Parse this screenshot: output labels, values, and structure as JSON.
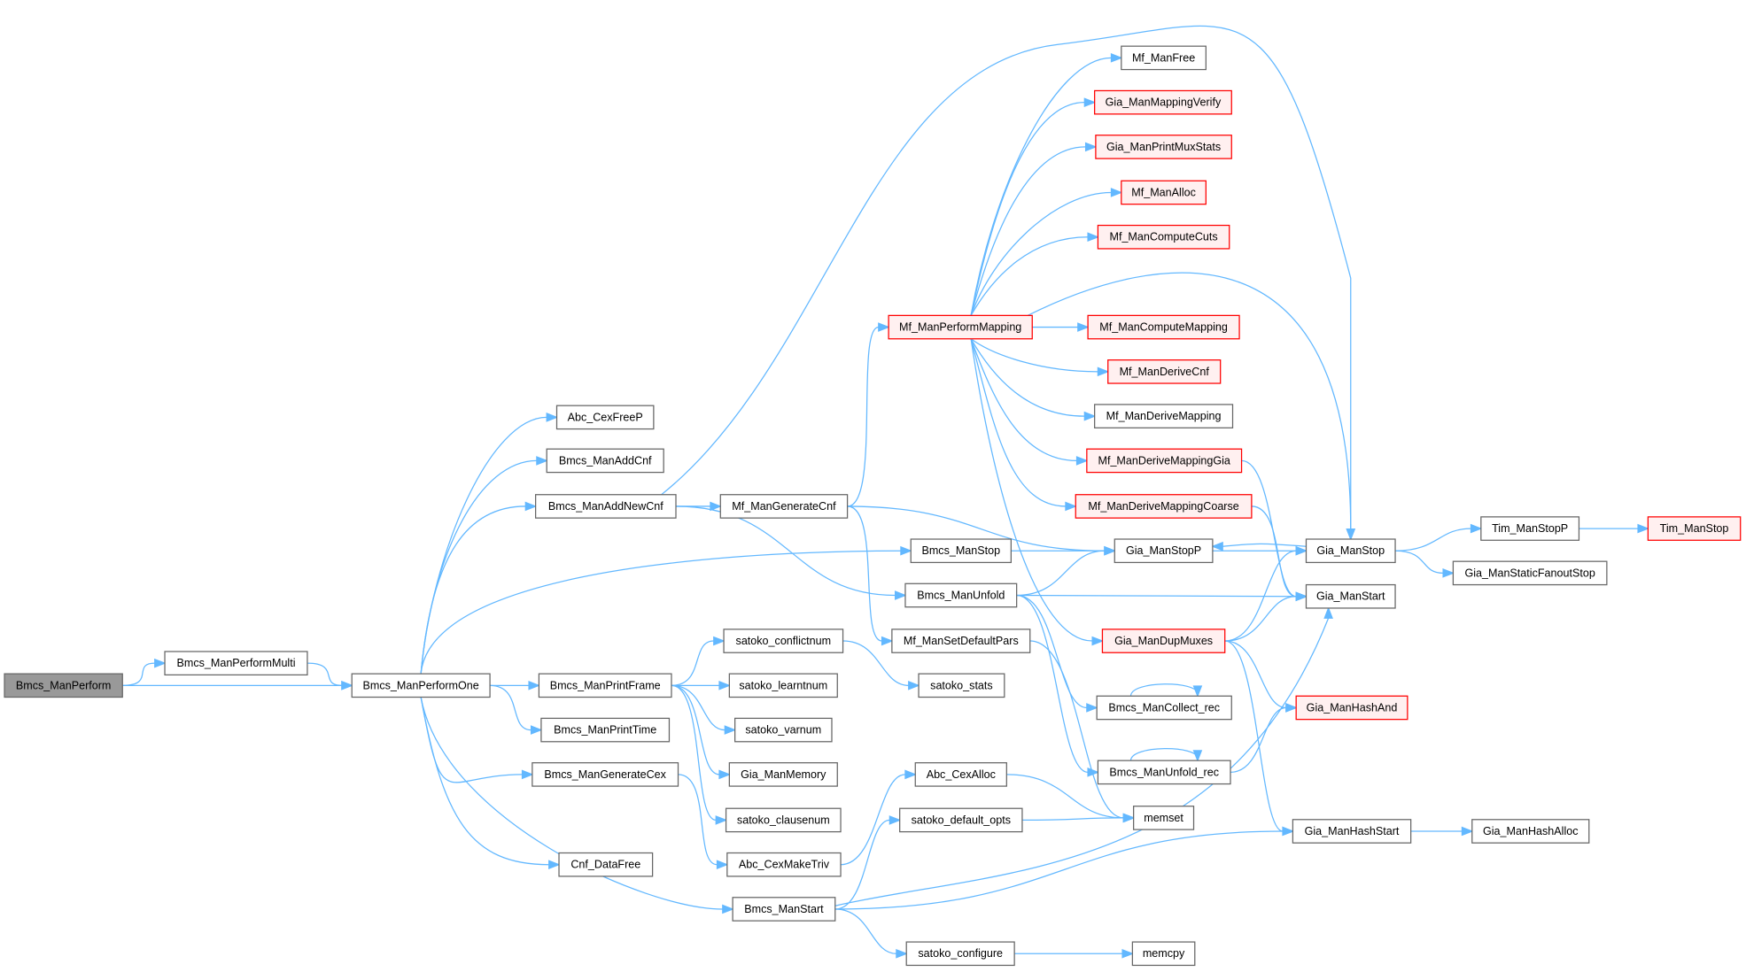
{
  "colors": {
    "edge": "#63b8ff",
    "root_fill": "#999999",
    "red_stroke": "#ff0000",
    "red_fill": "#fff0f0",
    "node_stroke": "#666666"
  },
  "nodes": [
    {
      "id": "Bmcs_ManPerform",
      "type": "root"
    },
    {
      "id": "Bmcs_ManPerformMulti"
    },
    {
      "id": "Bmcs_ManPerformOne"
    },
    {
      "id": "Abc_CexFreeP"
    },
    {
      "id": "Bmcs_ManAddCnf"
    },
    {
      "id": "Bmcs_ManAddNewCnf"
    },
    {
      "id": "Bmcs_ManPrintFrame"
    },
    {
      "id": "Bmcs_ManPrintTime"
    },
    {
      "id": "Bmcs_ManGenerateCex"
    },
    {
      "id": "Cnf_DataFree"
    },
    {
      "id": "Bmcs_ManStart"
    },
    {
      "id": "Mf_ManGenerateCnf"
    },
    {
      "id": "Mf_ManPerformMapping",
      "type": "red"
    },
    {
      "id": "Bmcs_ManStop"
    },
    {
      "id": "Bmcs_ManUnfold"
    },
    {
      "id": "Mf_ManSetDefaultPars"
    },
    {
      "id": "satoko_conflictnum"
    },
    {
      "id": "satoko_learntnum"
    },
    {
      "id": "satoko_varnum"
    },
    {
      "id": "Gia_ManMemory"
    },
    {
      "id": "satoko_clausenum"
    },
    {
      "id": "Abc_CexMakeTriv"
    },
    {
      "id": "satoko_stats"
    },
    {
      "id": "Abc_CexAlloc"
    },
    {
      "id": "satoko_default_opts"
    },
    {
      "id": "satoko_configure"
    },
    {
      "id": "Mf_ManFree"
    },
    {
      "id": "Gia_ManMappingVerify",
      "type": "red"
    },
    {
      "id": "Gia_ManPrintMuxStats",
      "type": "red"
    },
    {
      "id": "Mf_ManAlloc",
      "type": "red"
    },
    {
      "id": "Mf_ManComputeCuts",
      "type": "red"
    },
    {
      "id": "Mf_ManComputeMapping",
      "type": "red"
    },
    {
      "id": "Mf_ManDeriveCnf",
      "type": "red"
    },
    {
      "id": "Mf_ManDeriveMapping"
    },
    {
      "id": "Mf_ManDeriveMappingGia",
      "type": "red"
    },
    {
      "id": "Mf_ManDeriveMappingCoarse",
      "type": "red"
    },
    {
      "id": "Gia_ManStopP"
    },
    {
      "id": "Gia_ManDupMuxes",
      "type": "red"
    },
    {
      "id": "Bmcs_ManCollect_rec"
    },
    {
      "id": "Bmcs_ManUnfold_rec"
    },
    {
      "id": "memset"
    },
    {
      "id": "memcpy"
    },
    {
      "id": "Gia_ManStop"
    },
    {
      "id": "Gia_ManStart"
    },
    {
      "id": "Gia_ManHashAnd",
      "type": "red"
    },
    {
      "id": "Gia_ManHashStart"
    },
    {
      "id": "Gia_ManHashAlloc"
    },
    {
      "id": "Tim_ManStopP"
    },
    {
      "id": "Gia_ManStaticFanoutStop"
    },
    {
      "id": "Tim_ManStop",
      "type": "red"
    }
  ],
  "edges": [
    [
      "Bmcs_ManPerform",
      "Bmcs_ManPerformMulti"
    ],
    [
      "Bmcs_ManPerform",
      "Bmcs_ManPerformOne"
    ],
    [
      "Bmcs_ManPerformMulti",
      "Bmcs_ManPerformOne"
    ],
    [
      "Bmcs_ManPerformOne",
      "Abc_CexFreeP"
    ],
    [
      "Bmcs_ManPerformOne",
      "Bmcs_ManAddCnf"
    ],
    [
      "Bmcs_ManPerformOne",
      "Bmcs_ManAddNewCnf"
    ],
    [
      "Bmcs_ManPerformOne",
      "Bmcs_ManPrintFrame"
    ],
    [
      "Bmcs_ManPerformOne",
      "Bmcs_ManPrintTime"
    ],
    [
      "Bmcs_ManPerformOne",
      "Bmcs_ManGenerateCex"
    ],
    [
      "Bmcs_ManPerformOne",
      "Cnf_DataFree"
    ],
    [
      "Bmcs_ManPerformOne",
      "Bmcs_ManStart"
    ],
    [
      "Bmcs_ManPerformOne",
      "Bmcs_ManStop"
    ],
    [
      "Bmcs_ManAddNewCnf",
      "Mf_ManGenerateCnf"
    ],
    [
      "Bmcs_ManAddNewCnf",
      "Gia_ManStop"
    ],
    [
      "Bmcs_ManAddNewCnf",
      "Bmcs_ManUnfold"
    ],
    [
      "Mf_ManGenerateCnf",
      "Mf_ManPerformMapping"
    ],
    [
      "Mf_ManGenerateCnf",
      "Gia_ManStopP"
    ],
    [
      "Mf_ManGenerateCnf",
      "Mf_ManSetDefaultPars"
    ],
    [
      "Mf_ManPerformMapping",
      "Mf_ManFree"
    ],
    [
      "Mf_ManPerformMapping",
      "Gia_ManMappingVerify"
    ],
    [
      "Mf_ManPerformMapping",
      "Gia_ManPrintMuxStats"
    ],
    [
      "Mf_ManPerformMapping",
      "Mf_ManAlloc"
    ],
    [
      "Mf_ManPerformMapping",
      "Mf_ManComputeCuts"
    ],
    [
      "Mf_ManPerformMapping",
      "Gia_ManStop"
    ],
    [
      "Mf_ManPerformMapping",
      "Mf_ManComputeMapping"
    ],
    [
      "Mf_ManPerformMapping",
      "Mf_ManDeriveCnf"
    ],
    [
      "Mf_ManPerformMapping",
      "Mf_ManDeriveMapping"
    ],
    [
      "Mf_ManPerformMapping",
      "Mf_ManDeriveMappingGia"
    ],
    [
      "Mf_ManPerformMapping",
      "Mf_ManDeriveMappingCoarse"
    ],
    [
      "Mf_ManPerformMapping",
      "Gia_ManDupMuxes"
    ],
    [
      "Mf_ManDeriveMappingGia",
      "Gia_ManStart"
    ],
    [
      "Mf_ManDeriveMappingCoarse",
      "Gia_ManStart"
    ],
    [
      "Bmcs_ManStop",
      "Gia_ManStopP"
    ],
    [
      "Bmcs_ManUnfold",
      "Gia_ManStopP"
    ],
    [
      "Bmcs_ManUnfold",
      "Gia_ManStart"
    ],
    [
      "Bmcs_ManUnfold",
      "Bmcs_ManCollect_rec"
    ],
    [
      "Bmcs_ManUnfold",
      "Bmcs_ManUnfold_rec"
    ],
    [
      "Mf_ManSetDefaultPars",
      "memset"
    ],
    [
      "Bmcs_ManPrintFrame",
      "satoko_conflictnum"
    ],
    [
      "Bmcs_ManPrintFrame",
      "satoko_learntnum"
    ],
    [
      "Bmcs_ManPrintFrame",
      "satoko_varnum"
    ],
    [
      "Bmcs_ManPrintFrame",
      "Gia_ManMemory"
    ],
    [
      "Bmcs_ManPrintFrame",
      "satoko_clausenum"
    ],
    [
      "satoko_conflictnum",
      "satoko_stats"
    ],
    [
      "Bmcs_ManGenerateCex",
      "Abc_CexMakeTriv"
    ],
    [
      "Abc_CexMakeTriv",
      "Abc_CexAlloc"
    ],
    [
      "Abc_CexAlloc",
      "memset"
    ],
    [
      "Bmcs_ManStart",
      "satoko_default_opts"
    ],
    [
      "Bmcs_ManStart",
      "satoko_configure"
    ],
    [
      "Bmcs_ManStart",
      "Gia_ManStart"
    ],
    [
      "Bmcs_ManStart",
      "Gia_ManHashStart"
    ],
    [
      "satoko_default_opts",
      "memset"
    ],
    [
      "satoko_configure",
      "memcpy"
    ],
    [
      "Gia_ManStopP",
      "Gia_ManStop"
    ],
    [
      "Gia_ManStop",
      "Gia_ManStopP"
    ],
    [
      "Gia_ManStop",
      "Tim_ManStopP"
    ],
    [
      "Gia_ManStop",
      "Gia_ManStaticFanoutStop"
    ],
    [
      "Tim_ManStopP",
      "Tim_ManStop"
    ],
    [
      "Gia_ManDupMuxes",
      "Gia_ManStop"
    ],
    [
      "Gia_ManDupMuxes",
      "Gia_ManStart"
    ],
    [
      "Gia_ManDupMuxes",
      "Gia_ManHashAnd"
    ],
    [
      "Gia_ManDupMuxes",
      "Gia_ManHashStart"
    ],
    [
      "Bmcs_ManUnfold_rec",
      "Gia_ManHashAnd"
    ],
    [
      "Bmcs_ManUnfold_rec",
      "Bmcs_ManUnfold_rec"
    ],
    [
      "Bmcs_ManCollect_rec",
      "Bmcs_ManCollect_rec"
    ],
    [
      "Gia_ManHashStart",
      "Gia_ManHashAlloc"
    ]
  ]
}
